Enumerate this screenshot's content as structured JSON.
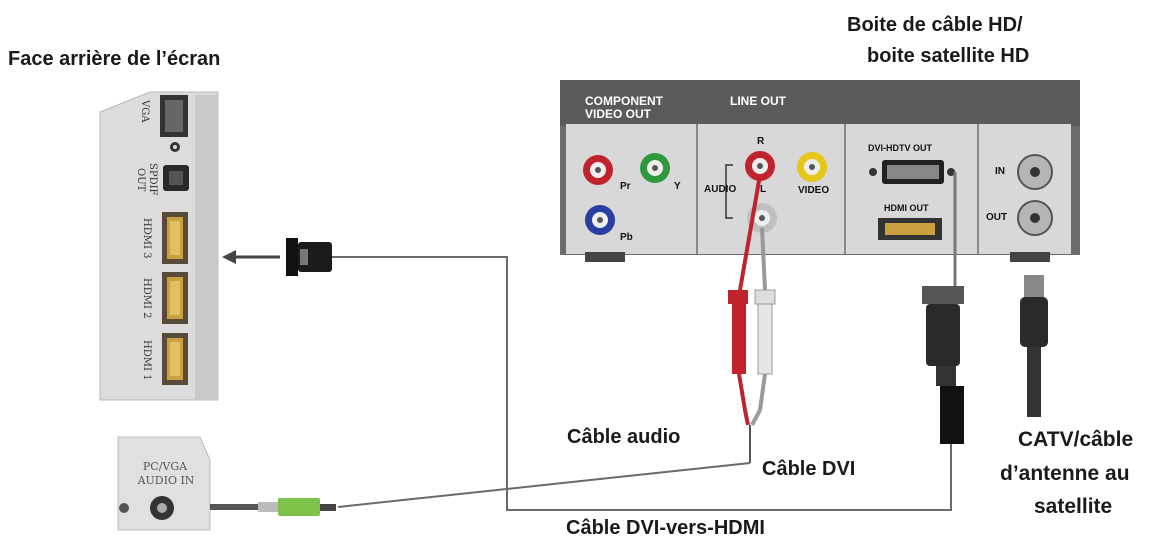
{
  "labels": {
    "tv_back": "Face arrière de l’écran",
    "box_line1": "Boite de câble HD/",
    "box_line2": "boite satellite HD",
    "audio_cable": "Câble audio",
    "dvi_cable": "Câble DVI",
    "dvi_hdmi_cable": "Câble DVI-vers-HDMI",
    "catv_line1": "CATV/câble",
    "catv_line2": "d’antenne au",
    "catv_line3": "satellite"
  },
  "box_panel": {
    "component_1": "COMPONENT",
    "component_2": "VIDEO OUT",
    "line_out": "LINE OUT",
    "pr": "Pr",
    "y": "Y",
    "pb": "Pb",
    "r": "R",
    "audio": "AUDIO",
    "l": "L",
    "video": "VIDEO",
    "dvi_out": "DVI-HDTV OUT",
    "hdmi_out": "HDMI OUT",
    "in": "IN",
    "out": "OUT"
  },
  "tv_panel": {
    "vga": "VGA",
    "spdif_1": "SPDIF",
    "spdif_2": "OUT",
    "hdmi3": "HDMI 3",
    "hdmi2": "HDMI 2",
    "hdmi1": "HDMI 1"
  },
  "pc_panel": {
    "line1": "PC/VGA",
    "line2": "AUDIO IN"
  }
}
